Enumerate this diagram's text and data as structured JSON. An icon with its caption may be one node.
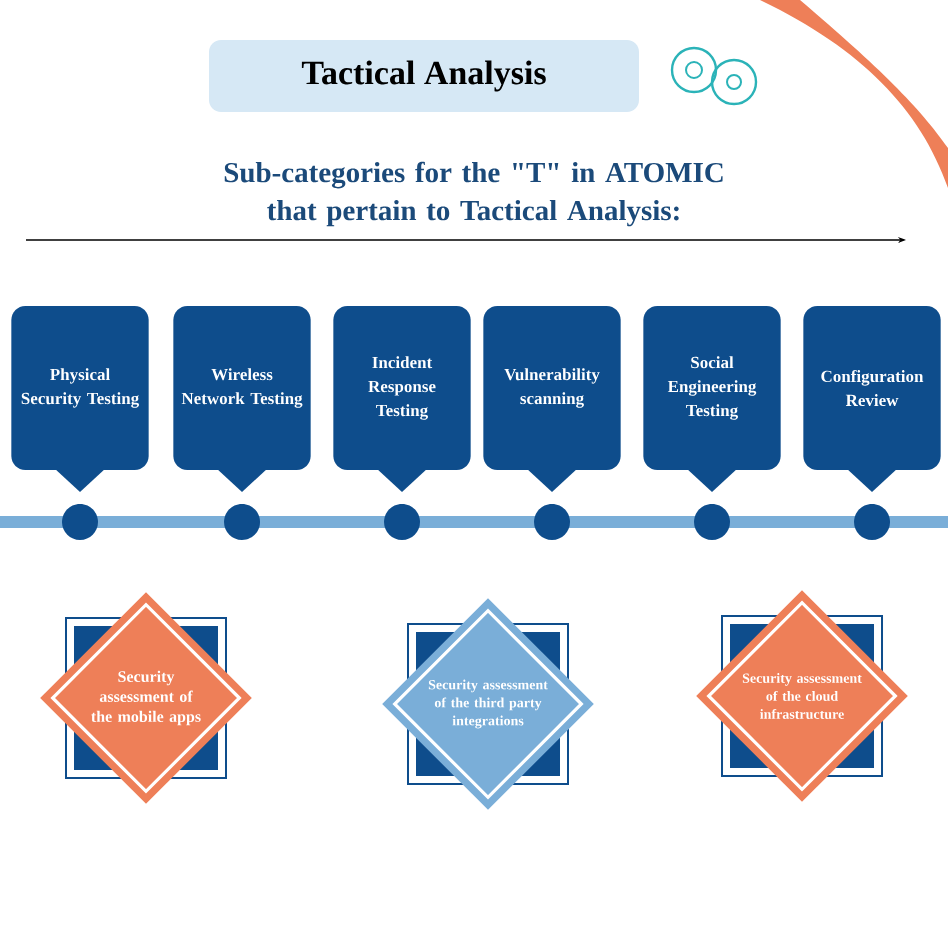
{
  "diagram": {
    "title": "Tactical Analysis",
    "nodes": [
      {
        "text": [
          "Physical Security Testing"
        ]
      },
      {
        "text": [
          "Wireless Network Testing"
        ]
      },
      {
        "text": [
          "Incident Response Testing"
        ]
      },
      {
        "text": [
          "Vulnerability scanning"
        ]
      },
      {
        "text": [
          "Social Engineering Testing"
        ]
      },
      {
        "text": [
          "Configuration Review"
        ]
      },
      {
        "text": [
          "Security assessment of the mobile apps"
        ]
      },
      {
        "text": [
          "Security assessment of the third party integrations"
        ]
      },
      {
        "text": [
          "Security assessment of the cloud infrastructure"
        ]
      }
    ],
    "labels": [
      "Sub-categories for the \"T\" in ATOMIC that pertain to Tactical Analysis:"
    ]
  }
}
